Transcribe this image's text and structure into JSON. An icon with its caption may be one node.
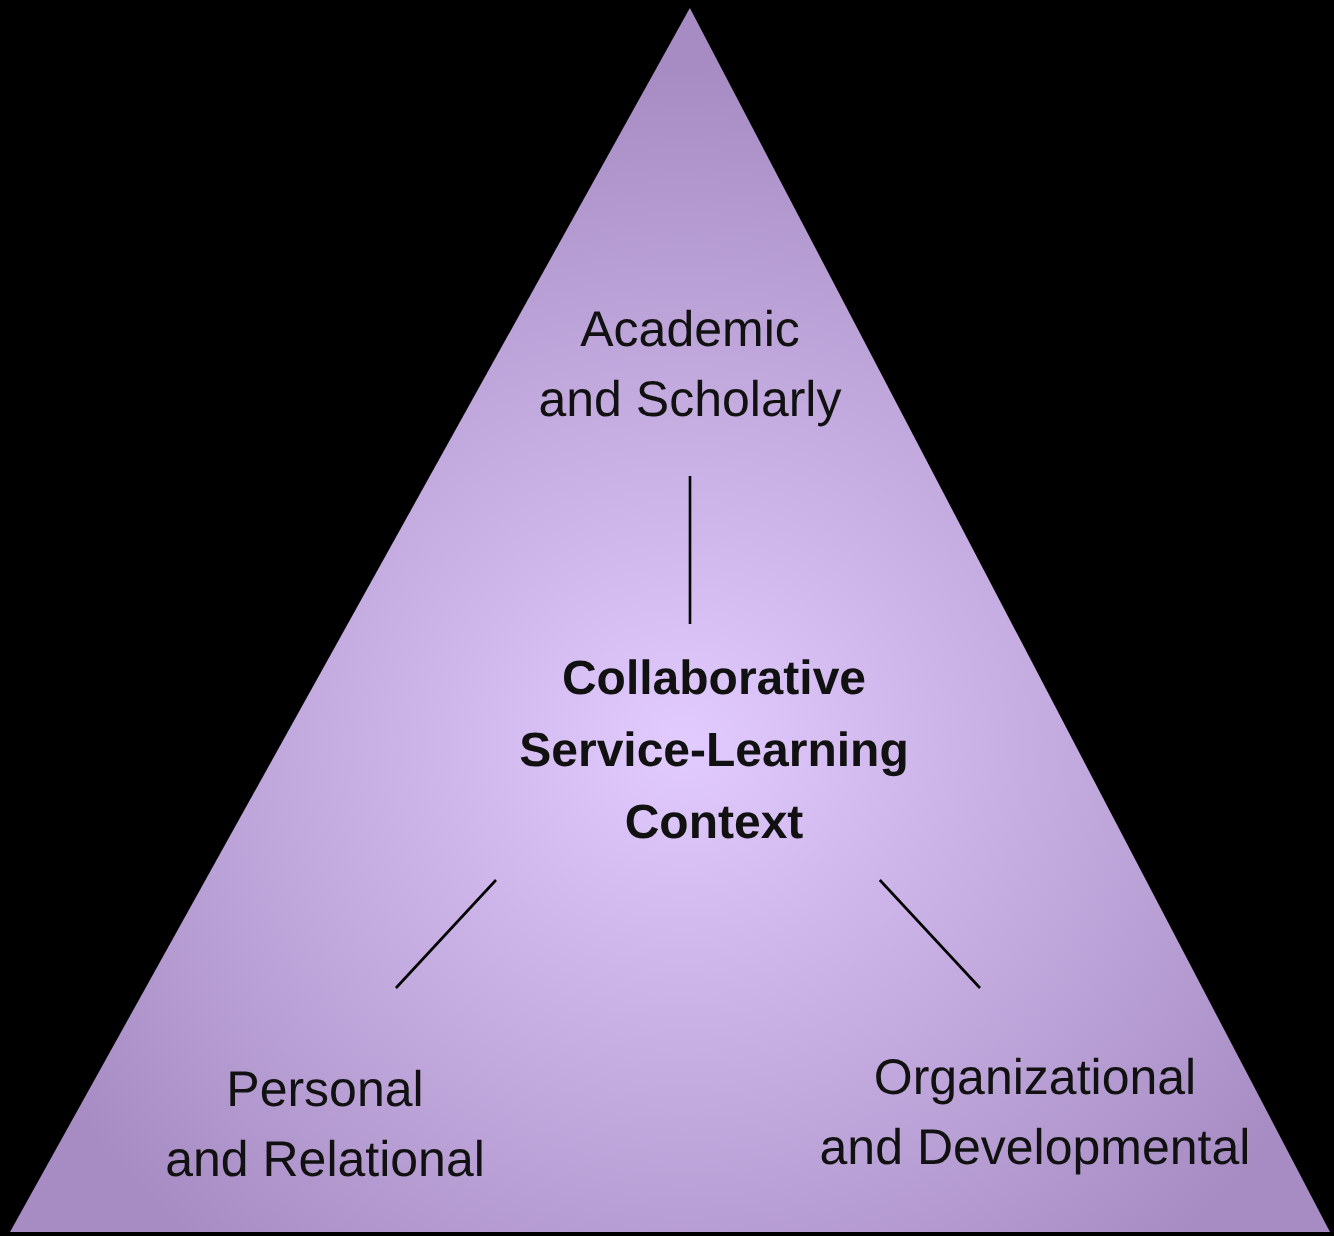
{
  "diagram": {
    "nodes": [
      {
        "text": [],
        "shape": "triangle"
      },
      {
        "text": [
          "Academic and Scholarly"
        ],
        "in": 0
      },
      {
        "text": [
          "Collaborative Service-Learning Context"
        ],
        "in": 0
      },
      {
        "text": [
          "Personal and Relational"
        ],
        "in": 0
      },
      {
        "text": [
          "Organizational and Developmental"
        ],
        "in": 0
      }
    ],
    "edges": [
      {
        "from": 2,
        "to": 1,
        "arrow": "none"
      },
      {
        "from": 2,
        "to": 3,
        "arrow": "none"
      },
      {
        "from": 2,
        "to": 4,
        "arrow": "none"
      }
    ]
  }
}
